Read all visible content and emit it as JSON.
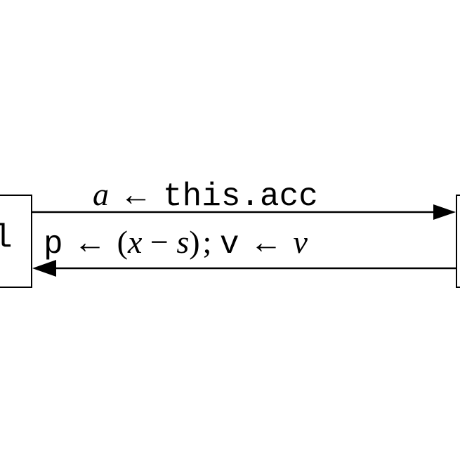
{
  "diagram": {
    "left_node": {
      "label": "l"
    },
    "right_node": {
      "label": ""
    },
    "top_edge": {
      "direction": "left-to-right",
      "label_var": "a",
      "label_arrow": "←",
      "label_expr": "this.acc"
    },
    "bottom_edge": {
      "direction": "right-to-left",
      "p_var": "p",
      "arrow1": "←",
      "open_paren": "(",
      "x_var": "x",
      "minus": "−",
      "s_var": "s",
      "close_paren": ")",
      "semicolon": ";",
      "v_var": "v",
      "arrow2": "←",
      "v_math": "v"
    },
    "colors": {
      "stroke": "#000000",
      "background": "#ffffff"
    }
  }
}
